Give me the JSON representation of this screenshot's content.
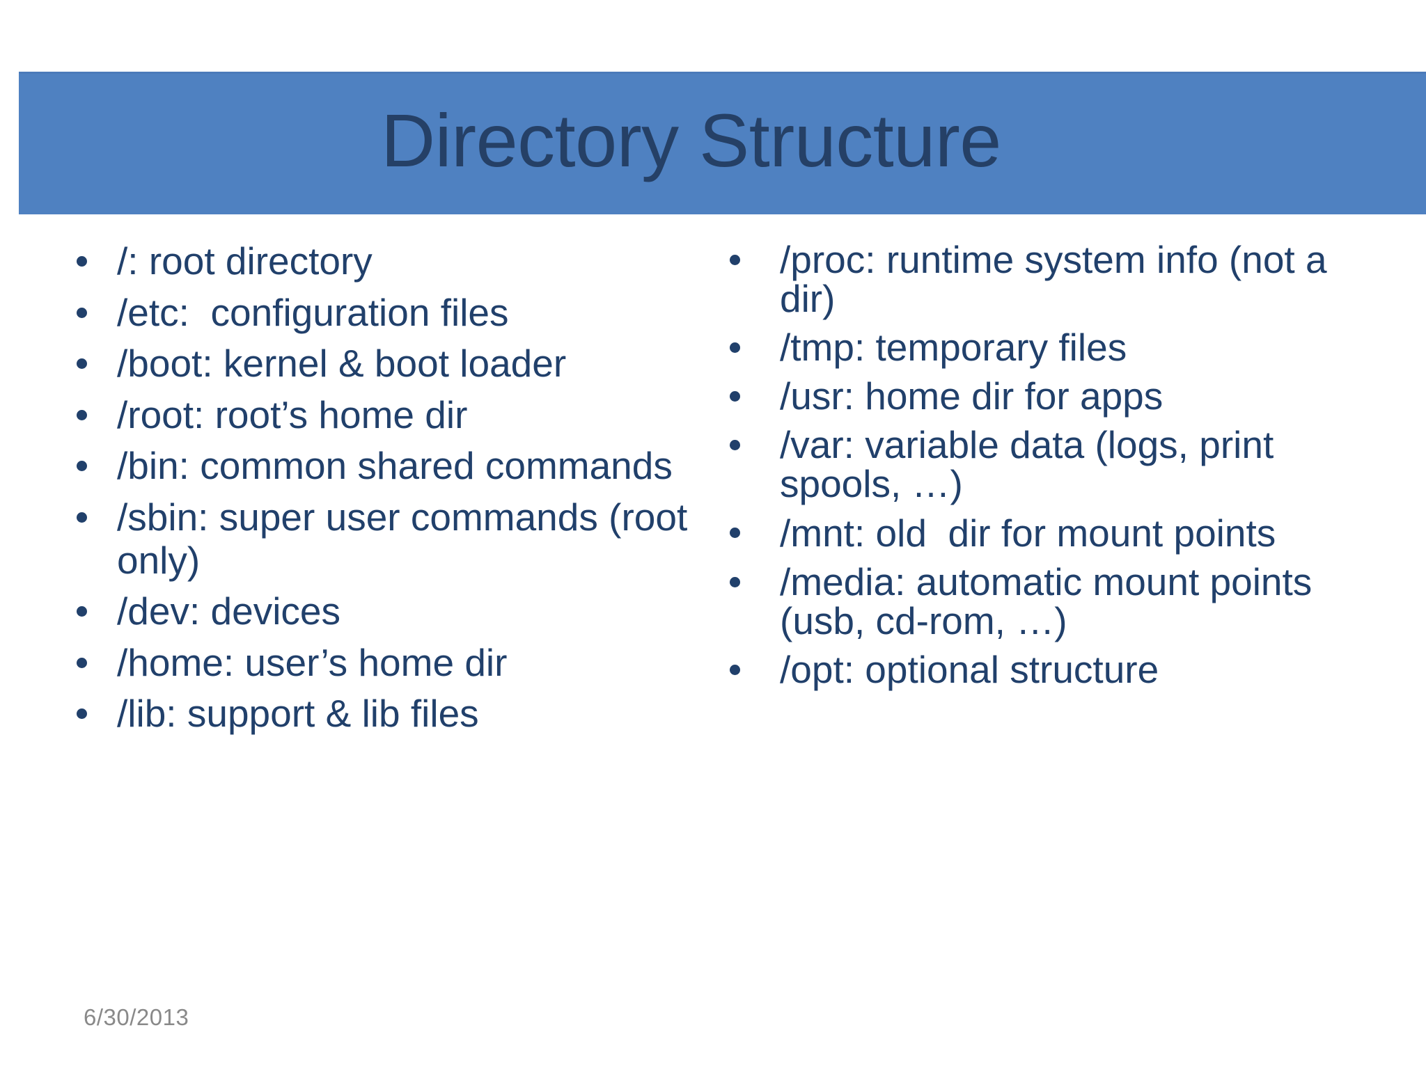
{
  "slide": {
    "title": "Directory Structure",
    "accent_color": "#4F81C1",
    "title_text_color": "#254066",
    "body_text_color": "#21406B",
    "footer_text_color": "#898989",
    "background_color": "#FFFFFF"
  },
  "columns": {
    "left": [
      {
        "text": "/: root directory"
      },
      {
        "text": "/etc:  configuration files"
      },
      {
        "text": "/boot: kernel & boot loader"
      },
      {
        "text": "/root: root’s home dir"
      },
      {
        "text": "/bin: common shared commands"
      },
      {
        "text": "/sbin: super user commands (root only)"
      },
      {
        "text": "/dev: devices"
      },
      {
        "text": "/home: user’s home dir"
      },
      {
        "text": "/lib: support & lib files"
      }
    ],
    "right": [
      {
        "text": "/proc: runtime system info (not a dir)"
      },
      {
        "text": "/tmp: temporary files"
      },
      {
        "text": "/usr: home dir for apps"
      },
      {
        "text": "/var: variable data (logs, print spools, …)"
      },
      {
        "text": "/mnt: old  dir for mount points"
      },
      {
        "text": "/media: automatic mount points (usb, cd-rom, …)"
      },
      {
        "text": "/opt: optional structure"
      }
    ]
  },
  "footer": {
    "date": "6/30/2013"
  }
}
